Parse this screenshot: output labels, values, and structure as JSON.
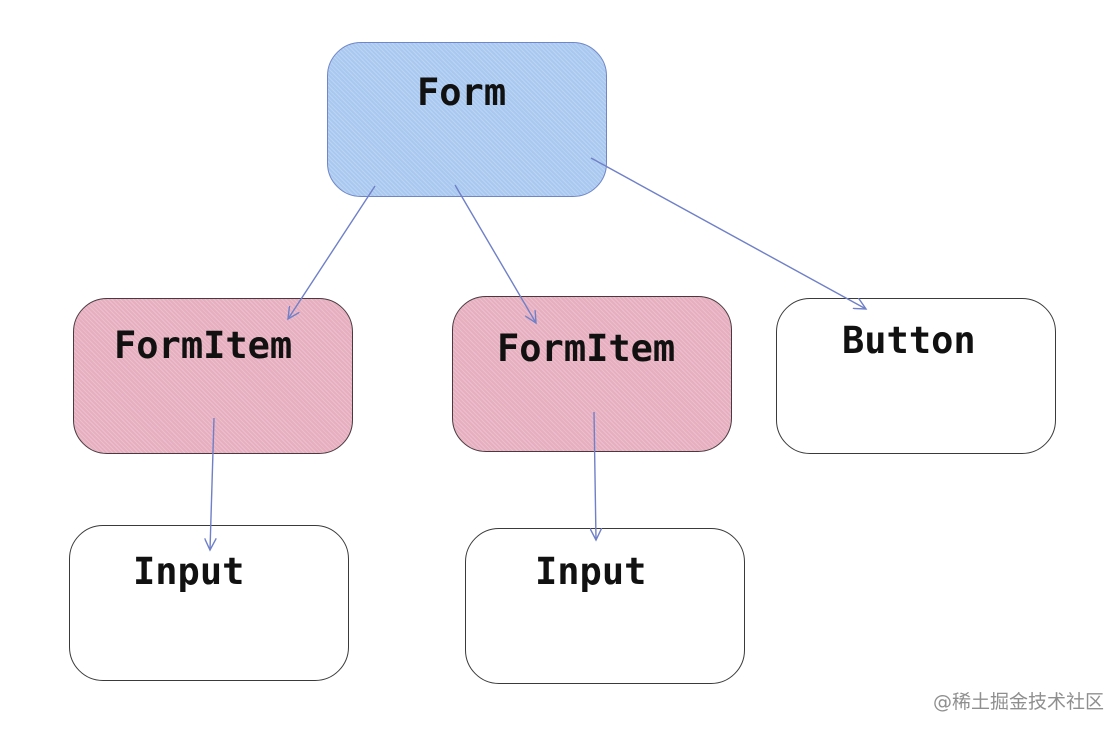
{
  "diagram": {
    "nodes": {
      "form": {
        "label": "Form",
        "fill": "#a9c8ef",
        "border": "#6f86c9"
      },
      "form_item_1": {
        "label": "FormItem",
        "fill": "#e6aebf",
        "border": "#4a3a40"
      },
      "form_item_2": {
        "label": "FormItem",
        "fill": "#e6aebf",
        "border": "#4a3a40"
      },
      "button": {
        "label": "Button",
        "fill": "#ffffff",
        "border": "#3a3a3a"
      },
      "input_1": {
        "label": "Input",
        "fill": "#ffffff",
        "border": "#3a3a3a"
      },
      "input_2": {
        "label": "Input",
        "fill": "#ffffff",
        "border": "#3a3a3a"
      }
    },
    "edges": [
      {
        "from": "Form",
        "to": "FormItem"
      },
      {
        "from": "Form",
        "to": "FormItem"
      },
      {
        "from": "Form",
        "to": "Button"
      },
      {
        "from": "FormItem",
        "to": "Input"
      },
      {
        "from": "FormItem",
        "to": "Input"
      }
    ],
    "edge_color": "#6f80c8"
  },
  "watermark": {
    "text": "@稀土掘金技术社区"
  }
}
